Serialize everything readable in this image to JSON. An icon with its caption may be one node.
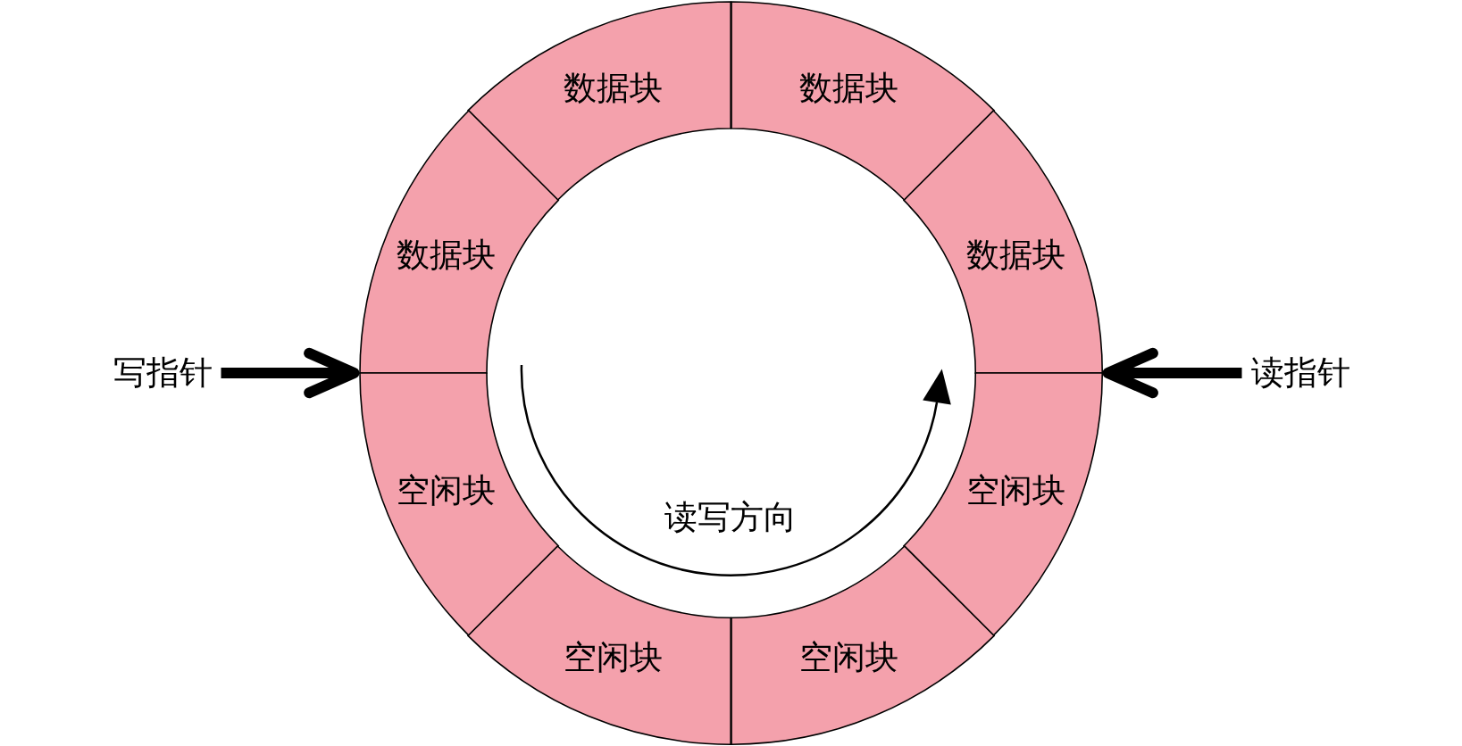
{
  "diagram": {
    "nodes": [
      {
        "text": [
          "数据块"
        ]
      },
      {
        "text": [
          "数据块"
        ]
      },
      {
        "text": [
          "数据块"
        ]
      },
      {
        "text": [
          "数据块"
        ]
      },
      {
        "text": [
          "写指针"
        ]
      },
      {
        "text": [
          "读指针"
        ]
      },
      {
        "text": [
          "空闲块"
        ]
      },
      {
        "text": [
          "空闲块"
        ]
      },
      {
        "text": [
          "空闲块"
        ]
      },
      {
        "text": [
          "空闲块"
        ]
      }
    ],
    "edges": [
      {
        "from": 4,
        "to": 6,
        "arrow": "to"
      },
      {
        "from": 5,
        "to": 3,
        "arrow": "to"
      }
    ],
    "labels": [
      "读写方向"
    ]
  }
}
